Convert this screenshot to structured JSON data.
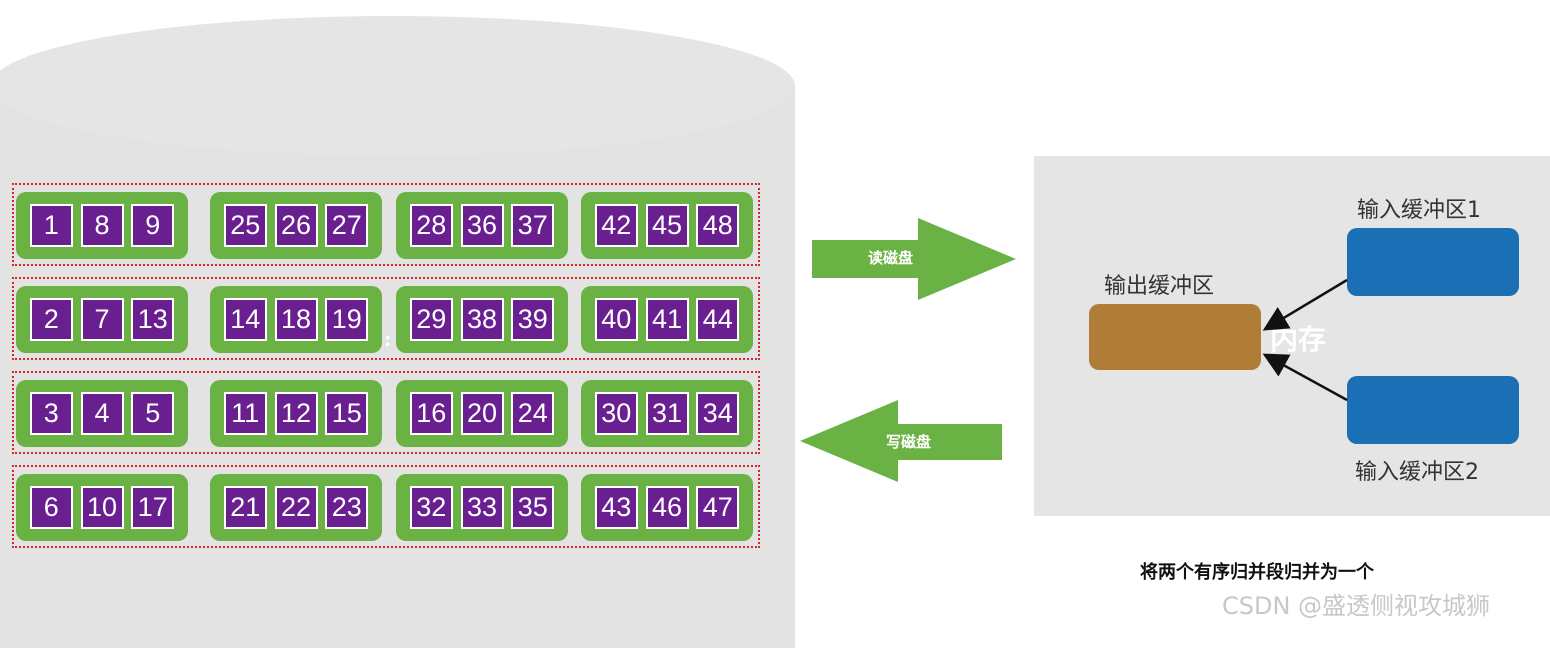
{
  "disk": {
    "rows": [
      [
        [
          "1",
          "8",
          "9"
        ],
        [
          "25",
          "26",
          "27"
        ],
        [
          "28",
          "36",
          "37"
        ],
        [
          "42",
          "45",
          "48"
        ]
      ],
      [
        [
          "2",
          "7",
          "13"
        ],
        [
          "14",
          "18",
          "19"
        ],
        [
          "29",
          "38",
          "39"
        ],
        [
          "40",
          "41",
          "44"
        ]
      ],
      [
        [
          "3",
          "4",
          "5"
        ],
        [
          "11",
          "12",
          "15"
        ],
        [
          "16",
          "20",
          "24"
        ],
        [
          "30",
          "31",
          "34"
        ]
      ],
      [
        [
          "6",
          "10",
          "17"
        ],
        [
          "21",
          "22",
          "23"
        ],
        [
          "32",
          "33",
          "35"
        ],
        [
          "43",
          "46",
          "47"
        ]
      ]
    ]
  },
  "arrows": {
    "read_label": "读磁盘",
    "write_label": "写磁盘"
  },
  "memory": {
    "label": "内存",
    "output_buffer_label": "输出缓冲区",
    "input_buffer1_label": "输入缓冲区1",
    "input_buffer2_label": "输入缓冲区2"
  },
  "caption": "将两个有序归并段归并为一个",
  "watermark": "CSDN @盛透侧视攻城狮",
  "colors": {
    "disk": "#e3e3e3",
    "segment": "#6ab244",
    "cell": "#6a1f90",
    "row_border": "#d9262c",
    "output_buffer": "#b07d38",
    "input_buffer": "#1b6fb5",
    "arrow": "#6ab244"
  }
}
